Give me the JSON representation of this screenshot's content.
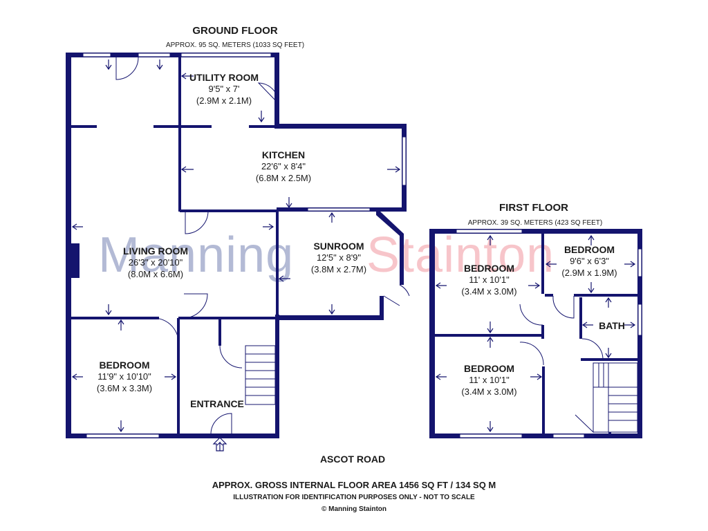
{
  "ground_floor": {
    "title": "GROUND FLOOR",
    "area": "APPROX. 95 SQ. METERS (1033 SQ FEET)",
    "rooms": [
      {
        "name": "UTILITY ROOM",
        "imperial": "9'5\" x 7'",
        "metric": "(2.9M x 2.1M)"
      },
      {
        "name": "KITCHEN",
        "imperial": "22'6\" x 8'4\"",
        "metric": "(6.8M x 2.5M)"
      },
      {
        "name": "LIVING ROOM",
        "imperial": "26'3\" x 20'10\"",
        "metric": "(8.0M x 6.6M)"
      },
      {
        "name": "SUNROOM",
        "imperial": "12'5\" x 8'9\"",
        "metric": "(3.8M x 2.7M)"
      },
      {
        "name": "BEDROOM",
        "imperial": "11'9\" x 10'10\"",
        "metric": "(3.6M x 3.3M)"
      },
      {
        "name": "ENTRANCE"
      }
    ]
  },
  "first_floor": {
    "title": "FIRST FLOOR",
    "area": "APPROX. 39 SQ. METERS (423 SQ FEET)",
    "rooms": [
      {
        "name": "BEDROOM",
        "imperial": "11' x 10'1\"",
        "metric": "(3.4M x 3.0M)"
      },
      {
        "name": "BEDROOM",
        "imperial": "9'6\" x 6'3\"",
        "metric": "(2.9M x 1.9M)"
      },
      {
        "name": "BATH"
      },
      {
        "name": "BEDROOM",
        "imperial": "11' x 10'1\"",
        "metric": "(3.4M x 3.0M)"
      }
    ]
  },
  "street": "ASCOT ROAD",
  "watermark": {
    "part1": "Manning",
    "part2": "Stainton",
    "color1": "#9aa3c8",
    "color2": "#f2a0a8"
  },
  "footer": {
    "gross_area": "APPROX. GROSS INTERNAL FLOOR AREA 1456 SQ FT / 134 SQ M",
    "disclaimer": "ILLUSTRATION FOR IDENTIFICATION PURPOSES ONLY - NOT TO SCALE",
    "copyright": "© Manning Stainton"
  },
  "colors": {
    "wall": "#14146e",
    "text": "#1a1a1a"
  }
}
